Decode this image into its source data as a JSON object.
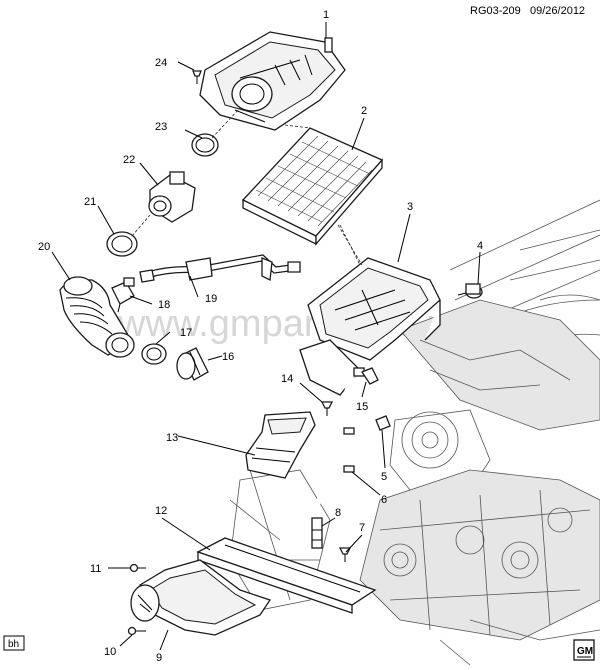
{
  "header": {
    "ref_code": "RG03-209",
    "date": "09/26/2012"
  },
  "watermark": "www.gmpartsclub.ru",
  "corner_tag": "bh",
  "logo": {
    "text": "GM"
  },
  "callouts": [
    "1",
    "2",
    "3",
    "4",
    "5",
    "6",
    "7",
    "8",
    "9",
    "10",
    "11",
    "12",
    "13",
    "14",
    "15",
    "16",
    "17",
    "18",
    "19",
    "20",
    "21",
    "22",
    "23",
    "24"
  ]
}
